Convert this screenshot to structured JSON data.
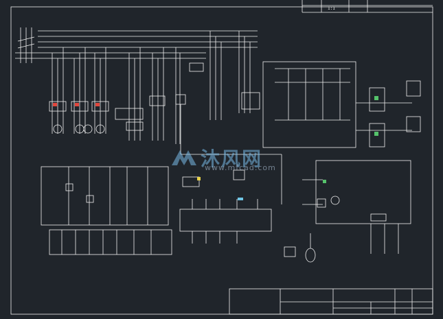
{
  "watermark": {
    "brand_cn": "沐风网",
    "url": "www.mfcad.com"
  },
  "title_block_top": {
    "cell_scale": "1:1"
  },
  "colors": {
    "background": "#20252b",
    "line": "#f2f2f2",
    "accent_red": "#e0463c",
    "accent_yellow": "#e8d24a",
    "accent_cyan": "#6fc6e6",
    "accent_green": "#55c36b"
  }
}
